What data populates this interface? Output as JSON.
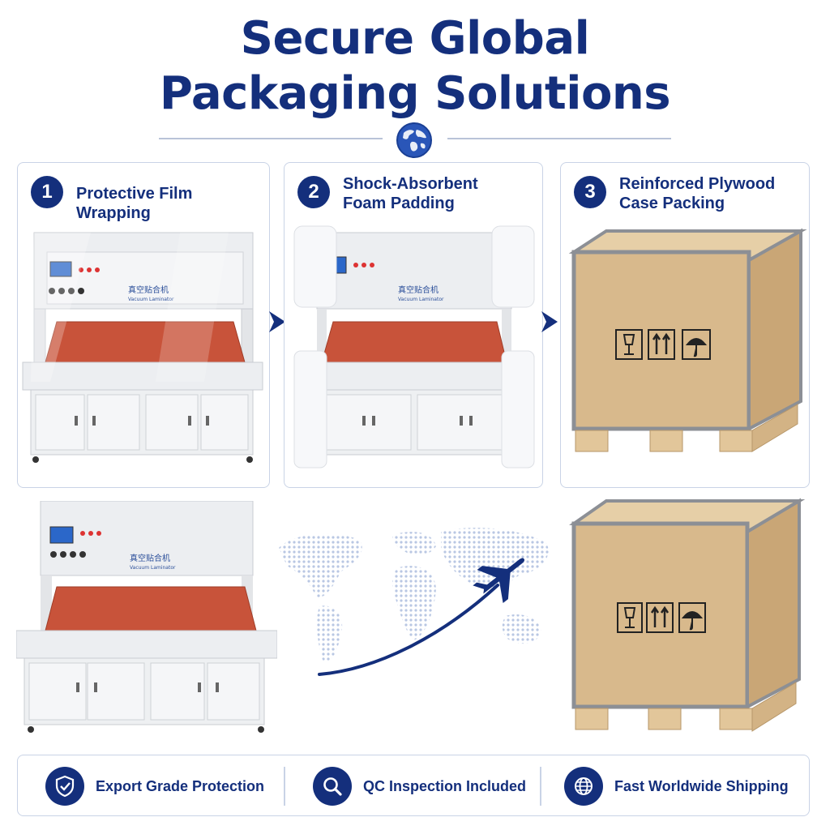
{
  "title": {
    "line1": "Secure Global",
    "line2": "Packaging Solutions"
  },
  "header_icon": "globe-icon",
  "steps": [
    {
      "number": "1",
      "label_line1": "Protective Film Wrapping",
      "label_line2": ""
    },
    {
      "number": "2",
      "label_line1": "Shock-Absorbent",
      "label_line2": "Foam Padding"
    },
    {
      "number": "3",
      "label_line1": "Reinforced Plywood",
      "label_line2": "Case Packing"
    }
  ],
  "machine_label": {
    "cn": "真空贴合机",
    "en": "Vacuum Laminator"
  },
  "features": [
    {
      "icon": "shield-check-icon",
      "label": "Export Grade Protection"
    },
    {
      "icon": "magnifier-icon",
      "label": "QC Inspection Included"
    },
    {
      "icon": "globe-icon",
      "label": "Fast Worldwide Shipping"
    }
  ],
  "colors": {
    "navy": "#142f7c",
    "border": "#c9d3e6",
    "wood": "#d8b98c",
    "pad": "#c8533a",
    "machine": "#eceef1"
  }
}
